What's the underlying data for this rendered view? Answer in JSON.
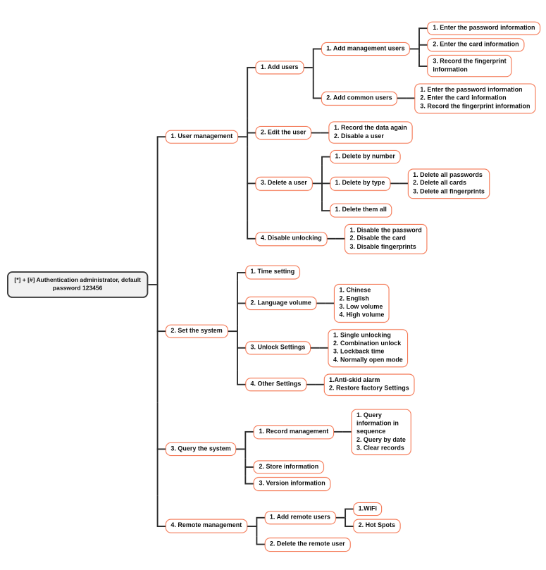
{
  "colors": {
    "accent": "#f4724d",
    "line": "#2b2b2b",
    "text": "#0f0f0f",
    "node_bg": "#ffffff",
    "root_bg": "#f1f1f1",
    "root_border": "#3b3b3b"
  },
  "tree": {
    "lines": [
      "[*] + [#] Authentication administrator, default",
      "password 123456"
    ],
    "children": [
      {
        "label": "1. User management",
        "children": [
          {
            "label": "1. Add users",
            "children": [
              {
                "label": "1. Add management users",
                "children": [
                  {
                    "label": "1. Enter the password information"
                  },
                  {
                    "label": "2. Enter the card information"
                  },
                  {
                    "lines": [
                      "3. Record the fingerprint",
                      "information"
                    ]
                  }
                ]
              },
              {
                "label": "2. Add common users",
                "children": [
                  {
                    "lines": [
                      "1. Enter the password information",
                      "2. Enter the card information",
                      "3. Record the fingerprint information"
                    ]
                  }
                ]
              }
            ]
          },
          {
            "label": "2. Edit the user",
            "children": [
              {
                "lines": [
                  "1. Record the data again",
                  "2. Disable a user"
                ]
              }
            ]
          },
          {
            "label": "3. Delete a user",
            "children": [
              {
                "label": "1. Delete by number"
              },
              {
                "label": "1. Delete by type",
                "children": [
                  {
                    "lines": [
                      "1. Delete all passwords",
                      "2. Delete all cards",
                      "3. Delete all fingerprints"
                    ]
                  }
                ]
              },
              {
                "label": "1. Delete them all"
              }
            ]
          },
          {
            "label": "4. Disable unlocking",
            "children": [
              {
                "lines": [
                  "1. Disable the password",
                  "2. Disable the card",
                  "3. Disable fingerprints"
                ]
              }
            ]
          }
        ]
      },
      {
        "label": "2. Set the system",
        "children": [
          {
            "label": "1. Time setting"
          },
          {
            "label": "2. Language volume",
            "children": [
              {
                "lines": [
                  "1. Chinese",
                  "2. English",
                  "3. Low volume",
                  "4. High volume"
                ]
              }
            ]
          },
          {
            "label": "3. Unlock Settings",
            "children": [
              {
                "lines": [
                  "1. Single unlocking",
                  "2. Combination unlock",
                  "3. Lockback time",
                  "4. Normally open mode"
                ]
              }
            ]
          },
          {
            "label": "4. Other Settings",
            "children": [
              {
                "lines": [
                  "1.Anti-skid alarm",
                  "2. Restore factory Settings"
                ]
              }
            ]
          }
        ]
      },
      {
        "label": "3. Query the system",
        "children": [
          {
            "label": "1. Record management",
            "children": [
              {
                "lines": [
                  "1. Query",
                  "information in",
                  "sequence",
                  "2. Query by date",
                  "3. Clear records"
                ]
              }
            ]
          },
          {
            "label": "2. Store information"
          },
          {
            "label": "3. Version information"
          }
        ]
      },
      {
        "label": "4. Remote management",
        "children": [
          {
            "label": "1. Add remote users",
            "children": [
              {
                "label": "1.WiFi"
              },
              {
                "label": "2. Hot Spots"
              }
            ]
          },
          {
            "label": "2. Delete the remote user"
          }
        ]
      }
    ]
  }
}
